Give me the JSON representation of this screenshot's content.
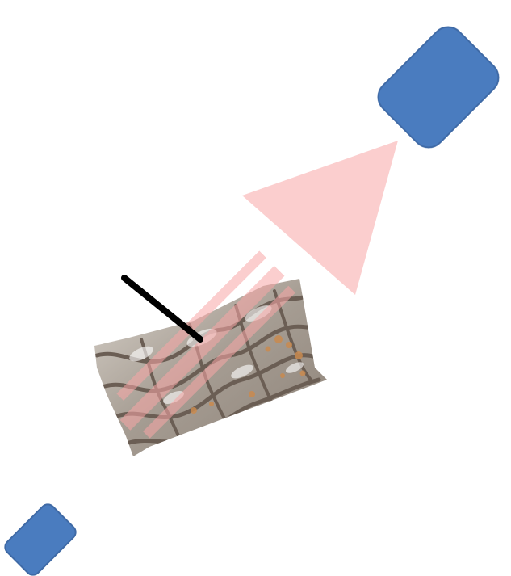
{
  "diagram": {
    "background_color": "#ffffff",
    "components": {
      "source_block": {
        "icon": "x-ray-source-block",
        "color": "#4a7cbf"
      },
      "detector_block": {
        "icon": "x-ray-detector-block",
        "color": "#4a7cbf"
      },
      "beam": {
        "icon": "x-ray-beam-arrow",
        "color": "#f7a6a6",
        "opacity": 0.55
      },
      "specimen": {
        "icon": "bone-specimen-3d-render",
        "colors": [
          "#9a9189",
          "#d6cfc6",
          "#7c6e62",
          "#c98a4f"
        ]
      },
      "pointer": {
        "icon": "pointer-line",
        "color": "#000000"
      }
    }
  }
}
